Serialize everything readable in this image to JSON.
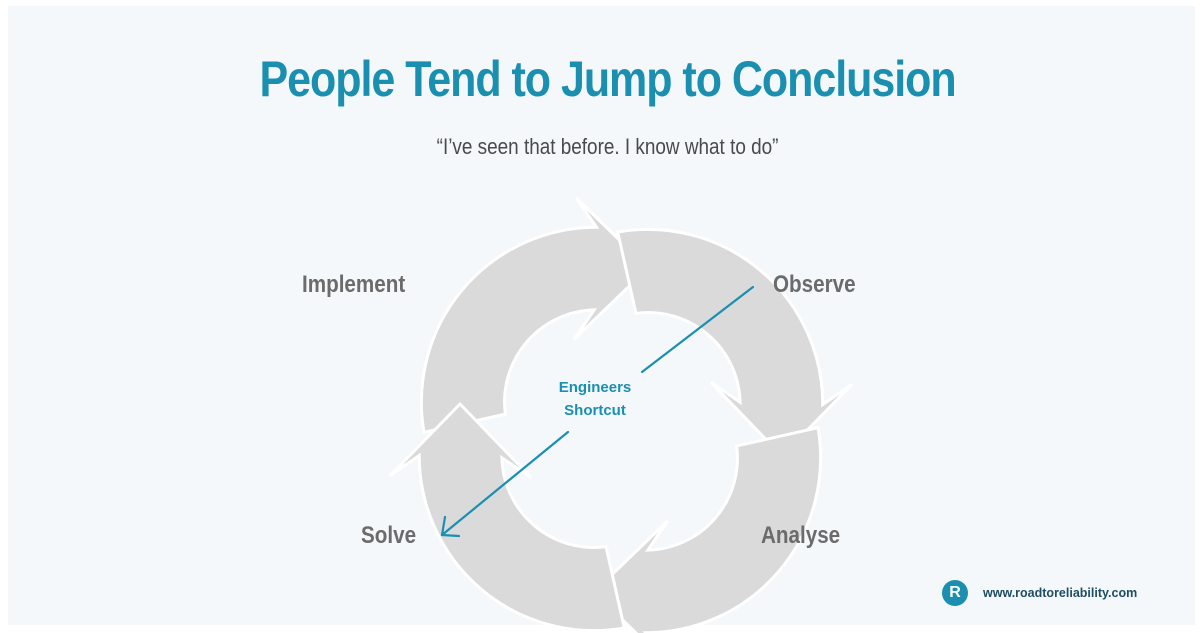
{
  "title": "People Tend to Jump to Conclusion",
  "subtitle": "“I’ve seen that before. I know what to do”",
  "stages": {
    "implement": "Implement",
    "observe": "Observe",
    "solve": "Solve",
    "analyse": "Analyse"
  },
  "shortcut": {
    "line1": "Engineers",
    "line2": "Shortcut"
  },
  "footer": {
    "logo_letter": "R",
    "url": "www.roadtoreliability.com"
  },
  "colors": {
    "accent": "#1a8fb0",
    "arrow_fill": "#dadada",
    "stage_text": "#6b6b6b",
    "background": "#f4f8fb"
  },
  "icons": {
    "arrow_path": "long-arrow-down-left-icon",
    "logo": "roadtoreliability-logo-icon"
  }
}
